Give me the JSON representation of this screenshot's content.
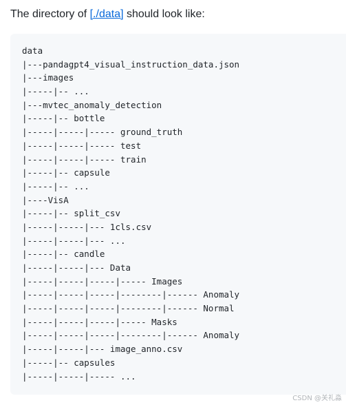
{
  "intro": {
    "before": "The directory of ",
    "link": "[./data]",
    "after": " should look like:"
  },
  "code_lines": [
    "data",
    "|---pandagpt4_visual_instruction_data.json",
    "|---images",
    "|-----|-- ...",
    "|---mvtec_anomaly_detection",
    "|-----|-- bottle",
    "|-----|-----|----- ground_truth",
    "|-----|-----|----- test",
    "|-----|-----|----- train",
    "|-----|-- capsule",
    "|-----|-- ...",
    "|----VisA",
    "|-----|-- split_csv",
    "|-----|-----|--- 1cls.csv",
    "|-----|-----|--- ...",
    "|-----|-- candle",
    "|-----|-----|--- Data",
    "|-----|-----|-----|----- Images",
    "|-----|-----|-----|--------|------ Anomaly",
    "|-----|-----|-----|--------|------ Normal",
    "|-----|-----|-----|----- Masks",
    "|-----|-----|-----|--------|------ Anomaly",
    "|-----|-----|--- image_anno.csv",
    "|-----|-- capsules",
    "|-----|-----|----- ..."
  ],
  "watermark": "CSDN @关礼淼"
}
